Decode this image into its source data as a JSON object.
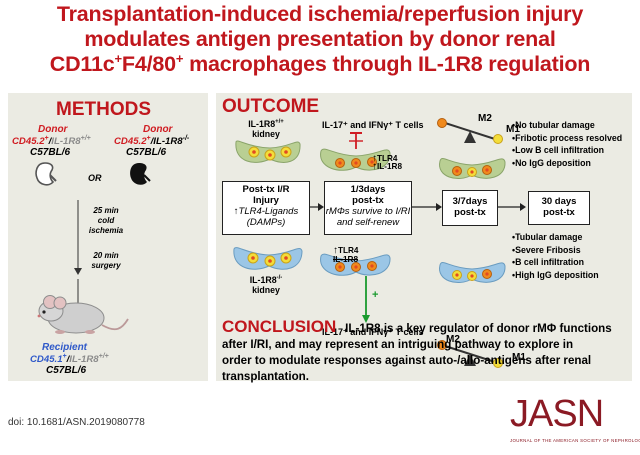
{
  "title": {
    "line1": "Transplantation-induced ischemia/reperfusion injury",
    "line2": "modulates antigen presentation by donor renal",
    "line3_pre": "CD11c",
    "line3_sup1": "+",
    "line3_mid": "F4/80",
    "line3_sup2": "+",
    "line3_post": " macrophages through IL-1R8 regulation"
  },
  "methods": {
    "header": "METHODS",
    "donor_label": "Donor",
    "donor1_cd": "CD45.2",
    "donor1_plus": "+",
    "donor1_sep": "/",
    "donor1_il": "IL-1R8",
    "donor1_geno": "+/+",
    "donor1_strain": "C57BL/6",
    "or": "OR",
    "donor2_cd": "CD45.2",
    "donor2_plus": "+",
    "donor2_sep": "/",
    "donor2_il": "IL-1R8",
    "donor2_geno": "-/-",
    "donor2_strain": "C57BL/6",
    "step1_l1": "25 min",
    "step1_l2": "cold",
    "step1_l3": "ischemia",
    "step2_l1": "20 min",
    "step2_l2": "surgery",
    "recipient_label": "Recipient",
    "recipient_cd": "CD45.1",
    "recipient_plus": "+",
    "recipient_sep": "/",
    "recipient_il": "IL-1R8",
    "recipient_geno": "+/+",
    "recipient_strain": "C57BL/6"
  },
  "outcome": {
    "header": "OUTCOME",
    "wt_kidney_l1": "IL-1R8",
    "wt_kidney_sup": "+/+",
    "wt_kidney_l2": "kidney",
    "ko_kidney_l1": "IL-1R8",
    "ko_kidney_sup": "-/-",
    "ko_kidney_l2": "kidney",
    "tcells_top": "IL-17⁺ and IFNγ⁺ T cells",
    "tcells_bottom": "IL-17⁺ and IFNγ⁺ T cells",
    "tlr4_up": "TLR4",
    "il1r8_up": "IL-1R8",
    "tlr4_down": "TLR4",
    "il1r8_down": "IL-1R8",
    "arrow_up": "↑",
    "box1_l1": "Post-tx I/R",
    "box1_l2": "Injury",
    "box1_l3a": "↑",
    "box1_l3b": "TLR4-Ligands",
    "box1_l4": "(DAMPs)",
    "box2_l1": "1/3days",
    "box2_l2": "post-tx",
    "box2_l3": "rMΦs survive to I/RI",
    "box2_l4": "and self-renew",
    "box3_l1": "3/7days",
    "box3_l2": "post-tx",
    "box4_l1": "30 days",
    "box4_l2": "post-tx",
    "m1": "M1",
    "m2": "M2",
    "plus_sign": "+",
    "bullets_top": [
      "•No tubular damage",
      "•Fribotic process resolved",
      "•Low B cell infiltration",
      "•No IgG deposition"
    ],
    "bullets_bottom": [
      "•Tubular damage",
      "•Severe Fribosis",
      "•B cell infiltration",
      "•High IgG deposition"
    ]
  },
  "conclusion": {
    "head": "CONCLUSION",
    "l1": "IL-1R8 is a key regulator of donor rMΦ functions",
    "l2": "after I/RI, and may represent an intriguing pathway to explore in",
    "l3": "order to modulate responses against auto-/allo-antigens after renal",
    "l4": "transplantation."
  },
  "footer": {
    "doi": "doi: 10.1681/ASN.2019080778",
    "journal": "JASN",
    "journal_full": "JOURNAL OF THE AMERICAN SOCIETY OF NEPHROLOGY"
  },
  "colors": {
    "title_red": "#c0171d",
    "panel_bg": "#ebebe3",
    "kidney_green": "#b9cf93",
    "kidney_blue": "#9bc6e6",
    "cell_yellow": "#f3dd3a",
    "cell_orange": "#f08a1d",
    "recipient_blue": "#2f59c9",
    "jasn_maroon": "#8b1a24"
  }
}
